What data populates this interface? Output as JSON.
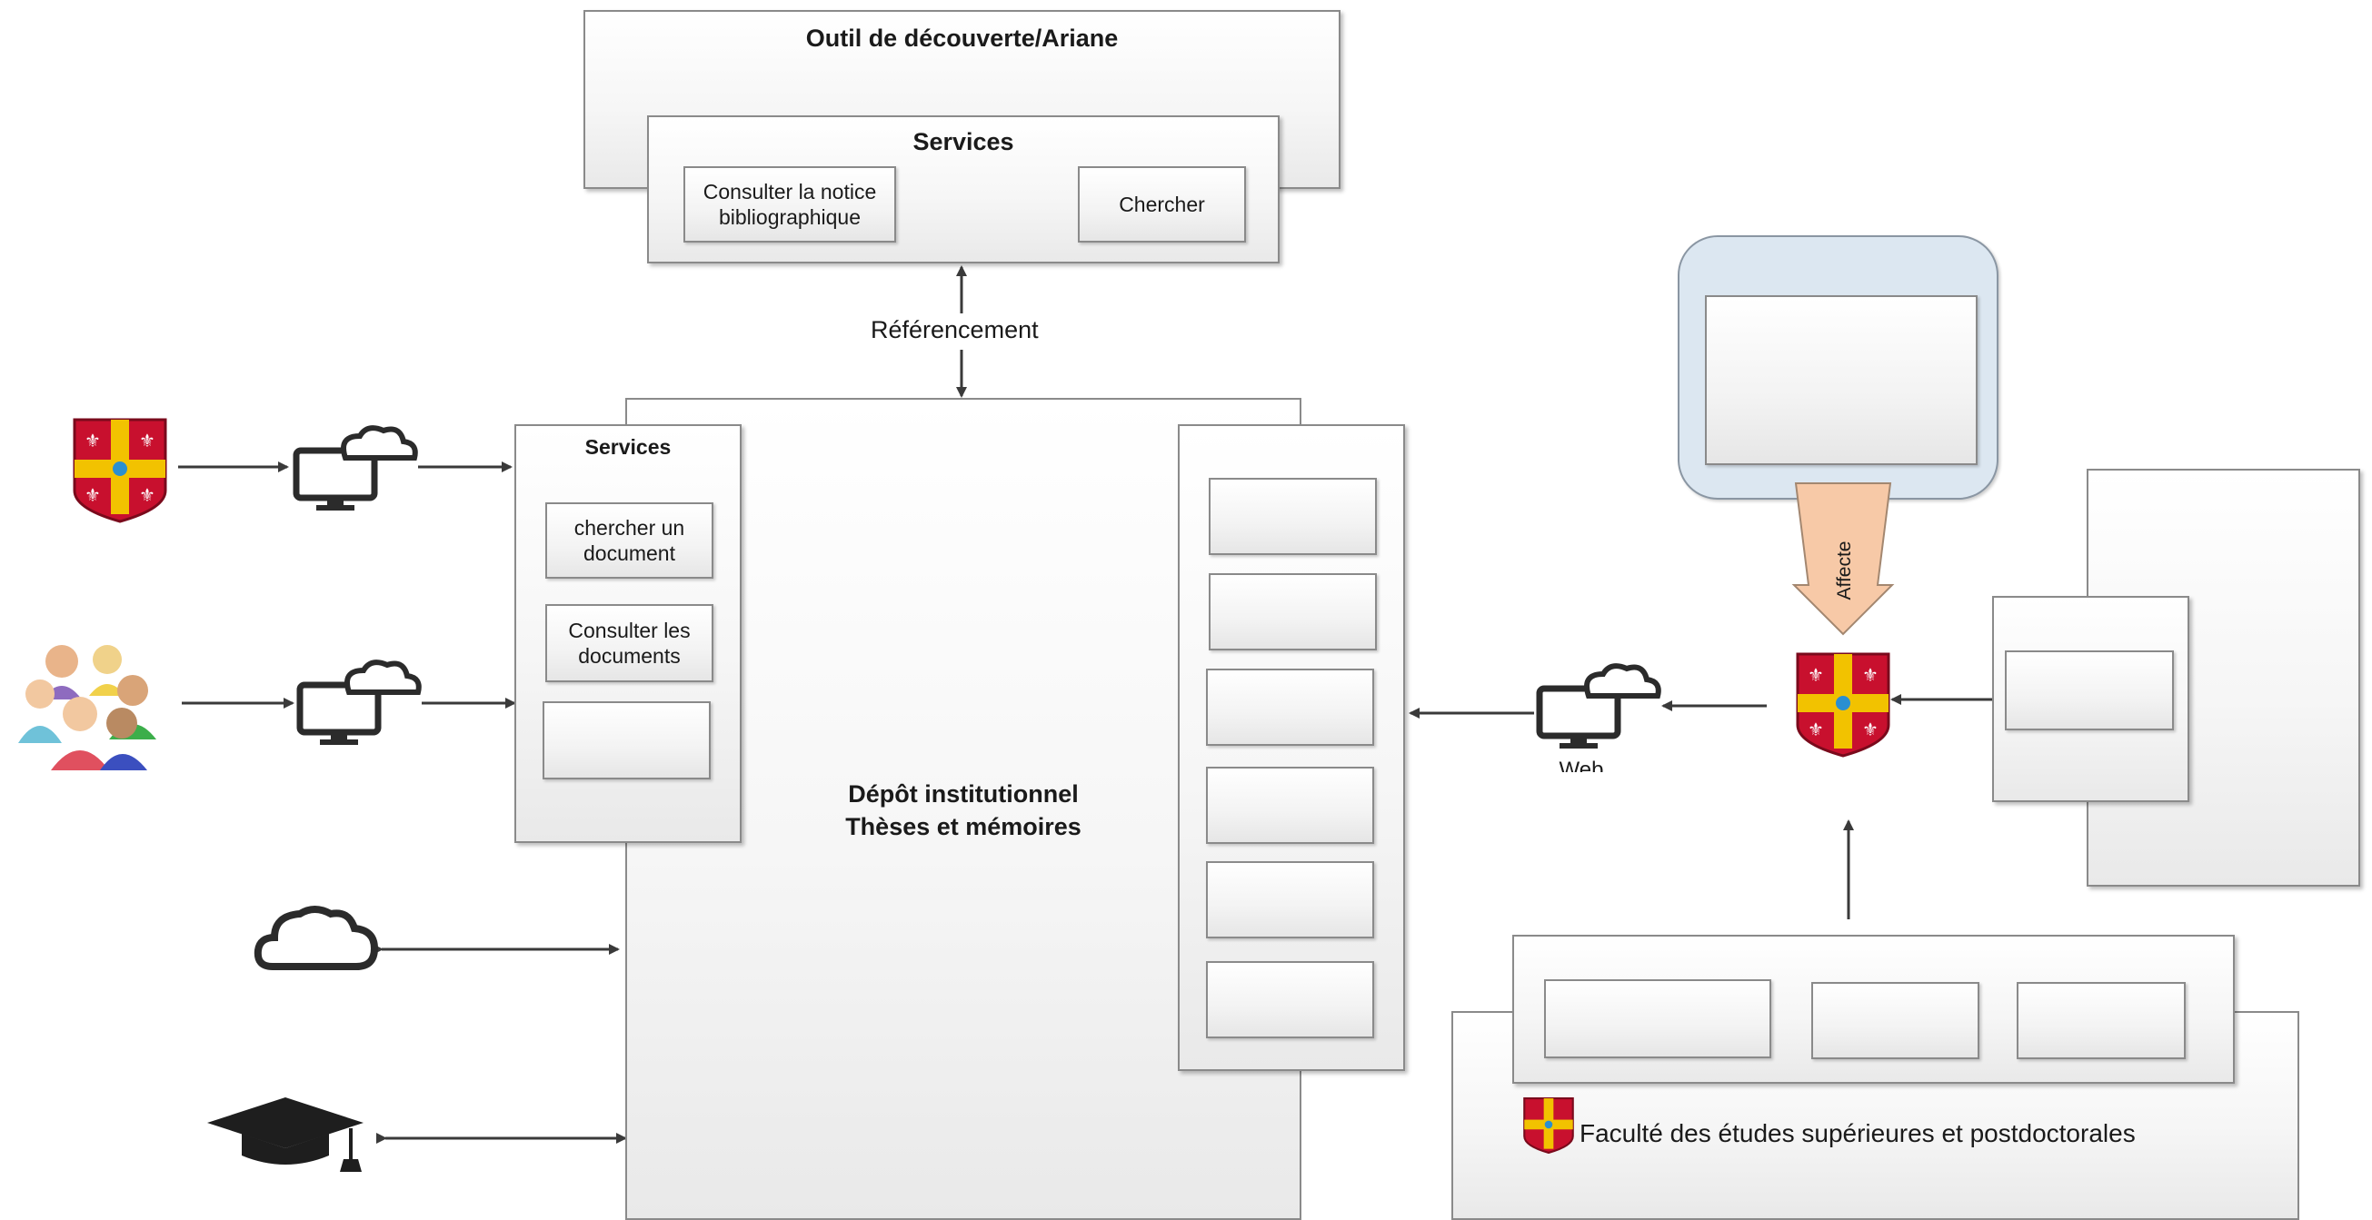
{
  "discovery": {
    "title": "Outil de découverte/Ariane",
    "services_title": "Services",
    "consult_notice": "Consulter la notice bibliographique",
    "search": "Chercher"
  },
  "referencement": "Référencement",
  "depot": {
    "line1": "Dépôt institutionnel",
    "line2": "Thèses et mémoires"
  },
  "depot_services": {
    "title": "Services",
    "search_document": "chercher un document",
    "consult_documents": "Consulter les documents",
    "empty": ""
  },
  "affecte": "Affecte",
  "web_label": "Web",
  "faculty": "Faculté des études supérieures et postdoctorales",
  "icons": [
    "university-crest-icon",
    "computer-cloud-icon",
    "users-group-icon",
    "cloud-icon",
    "graduation-cap-icon"
  ],
  "colors": {
    "crest_red": "#c8102e",
    "crest_gold": "#f2c200",
    "arrow_fill": "#f7c9a7",
    "callout_fill": "#dce7f1"
  }
}
